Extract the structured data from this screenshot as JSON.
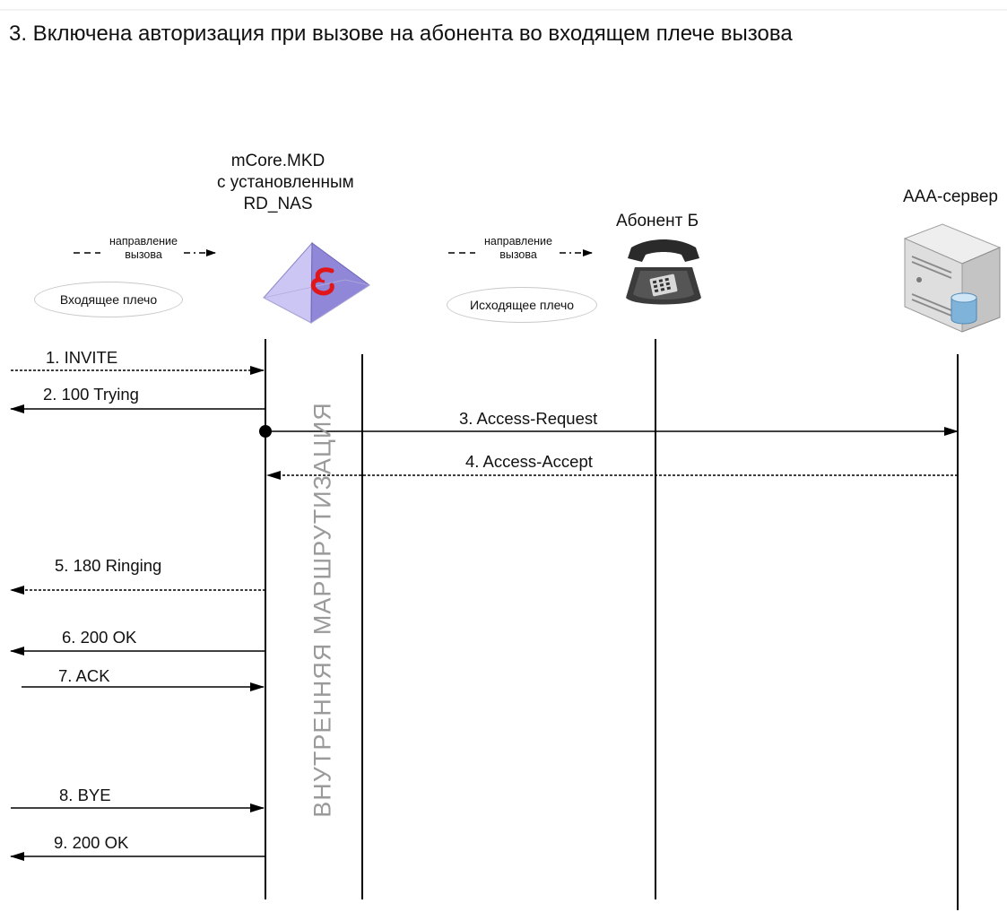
{
  "title": "3. Включена авторизация при вызове на абонента во входящем плече вызова",
  "entities": {
    "mcore_lines": [
      "mCore.MKD",
      "с установленным",
      "RD_NAS"
    ],
    "subscriber_b": "Абонент Б",
    "aaa_server": "AAA-сервер"
  },
  "direction_hint": [
    "направление",
    "вызова"
  ],
  "legs": {
    "incoming": "Входящее плечо",
    "outgoing": "Исходящее плечо"
  },
  "internal_routing": "ВНУТРЕННЯЯ МАРШРУТИЗАЦИЯ",
  "messages": [
    {
      "label": "1. INVITE",
      "style": "dashed"
    },
    {
      "label": "2. 100 Trying",
      "style": "solid"
    },
    {
      "label": "3. Access-Request",
      "style": "solid"
    },
    {
      "label": "4. Access-Accept",
      "style": "dashed"
    },
    {
      "label": "5. 180 Ringing",
      "style": "dashed"
    },
    {
      "label": "6. 200 OK",
      "style": "solid"
    },
    {
      "label": "7. ACK",
      "style": "solid"
    },
    {
      "label": "8. BYE",
      "style": "solid"
    },
    {
      "label": "9. 200 OK",
      "style": "solid"
    }
  ],
  "colors": {
    "pyramid_face_left": "#c9c3f2",
    "pyramid_face_right": "#8f86d6",
    "logo_red": "#e0161b",
    "routing_text": "#9a9a9a",
    "line": "#000000"
  }
}
